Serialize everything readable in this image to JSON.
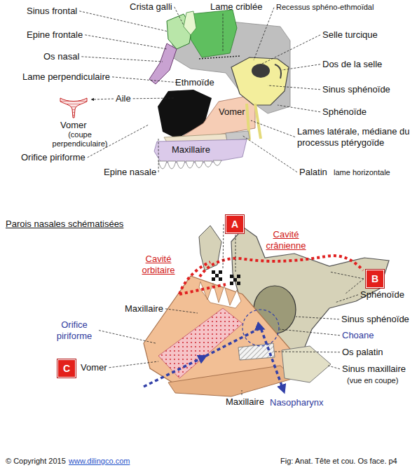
{
  "diagram": {
    "nodes": [
      {
        "text": [
          "A"
        ]
      },
      {
        "text": [
          "B"
        ]
      },
      {
        "text": [
          "C"
        ]
      }
    ],
    "labels": [
      "Sinus frontal",
      "Crista galli",
      "Lame criblée",
      "Recessus sphéno-ethmoïdal",
      "Epine frontale",
      "Selle turcique",
      "Os nasal",
      "Dos de la selle",
      "Lame perpendiculaire",
      "Ethmoïde",
      "Sinus sphénoïde",
      "Aile",
      "Vomer",
      "(coupe perpendiculaire)",
      "Vomer",
      "Sphénoïde",
      "Orifice piriforme",
      "Lames latérale, médiane du processus ptérygoïde",
      "Maxillaire",
      "Epine nasale",
      "Palatin",
      "lame horizontale",
      "Parois nasales schématisées",
      "Cavité crânienne",
      "Cavité orbitaire",
      "Maxillaire",
      "Sphénoïde",
      "Orifice piriforme",
      "Sinus sphénoïde",
      "Choane",
      "Vomer",
      "Os palatin",
      "Sinus maxillaire",
      "(vue en coupe)",
      "Maxillaire",
      "Nasopharynx",
      "© Copyright 2015",
      "www.dilingco.com",
      "Fig: Anat. Tête et cou. Os face. p4"
    ]
  }
}
